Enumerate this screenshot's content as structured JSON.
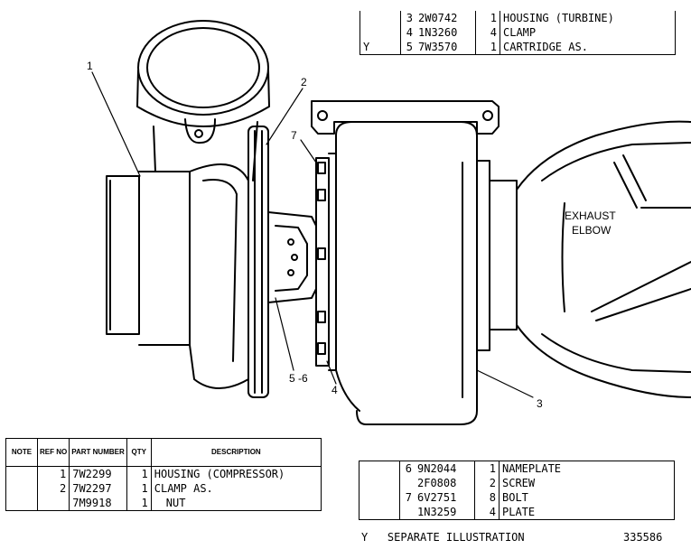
{
  "top_table": {
    "rows": [
      {
        "note": "",
        "ref": "3",
        "part": "2W0742",
        "qty": "1",
        "desc": "HOUSING (TURBINE)"
      },
      {
        "note": "",
        "ref": "4",
        "part": "1N3260",
        "qty": "4",
        "desc": "CLAMP"
      },
      {
        "note": "Y",
        "ref": "5",
        "part": "7W3570",
        "qty": "1",
        "desc": "CARTRIDGE AS."
      }
    ]
  },
  "bottom_left_table": {
    "headers": {
      "note": "NOTE",
      "ref": "REF NO",
      "part": "PART NUMBER",
      "qty": "QTY",
      "desc": "DESCRIPTION"
    },
    "rows": [
      {
        "note": "",
        "ref": "1",
        "part": "7W2299",
        "qty": "1",
        "desc": "HOUSING (COMPRESSOR)"
      },
      {
        "note": "",
        "ref": "2",
        "part": "7W2297",
        "qty": "1",
        "desc": "CLAMP AS."
      },
      {
        "note": "",
        "ref": "",
        "part": "7M9918",
        "qty": "1",
        "desc": "NUT"
      }
    ]
  },
  "bottom_right_table": {
    "rows": [
      {
        "note": "",
        "ref": "6",
        "part": "9N2044",
        "qty": "1",
        "desc": "NAMEPLATE"
      },
      {
        "note": "",
        "ref": "",
        "part": "2F0808",
        "qty": "2",
        "desc": "SCREW"
      },
      {
        "note": "",
        "ref": "7",
        "part": "6V2751",
        "qty": "8",
        "desc": "BOLT"
      },
      {
        "note": "",
        "ref": "",
        "part": "1N3259",
        "qty": "4",
        "desc": "PLATE"
      }
    ]
  },
  "callouts": {
    "c1": "1",
    "c2": "2",
    "c3": "3",
    "c4": "4",
    "c56": "5 -6",
    "c7": "7",
    "exhaust_line1": "EXHAUST",
    "exhaust_line2": "ELBOW"
  },
  "footer": {
    "note": "Y   SEPARATE ILLUSTRATION",
    "illustration_number": "335586"
  }
}
